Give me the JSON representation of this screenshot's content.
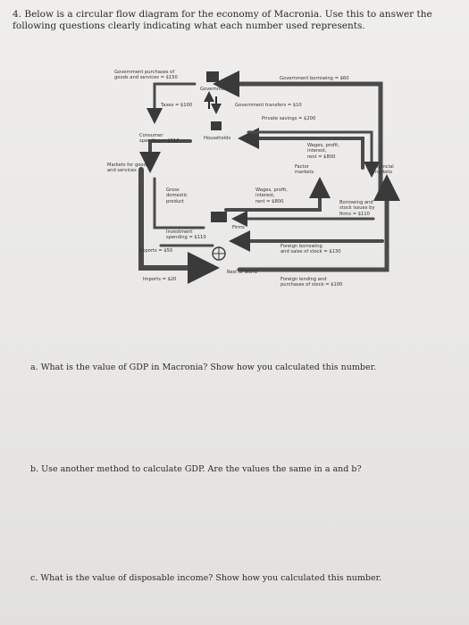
{
  "question": {
    "number": "4.",
    "intro": "Below is a circular flow diagram for the economy of Macronia. Use this to answer the following questions clearly indicating what each number used represents."
  },
  "diagram": {
    "gov_purchases": "Government purchases of\ngoods and services = $150",
    "government": "Government",
    "gov_borrowing": "Government borrowing = $60",
    "taxes": "Taxes = $100",
    "gov_transfers": "Government transfers = $10",
    "private_savings": "Private savings = $200",
    "consumer_spending": "Consumer\nspending = $510",
    "households": "Households",
    "wages_households": "Wages, profit,\ninterest,\nrent = $800",
    "markets_goods": "Markets for goods\nand services",
    "factor_markets": "Factor\nmarkets",
    "financial_markets": "Financial\nmarkets",
    "gdp": "Gross\ndomestic\nproduct",
    "wages_firms": "Wages, profit,\ninterest,\nrent = $800",
    "borrowing_stock": "Borrowing and\nstock issues by\nfirms = $110",
    "firms": "Firms",
    "investment": "Investment\nspending = $110",
    "exports": "Exports = $50",
    "foreign_borrowing": "Foreign borrowing\nand sales of stock = $130",
    "rest_of_world": "Rest of world",
    "imports": "Imports = $20",
    "foreign_lending": "Foreign lending and\npurchases of stock = $100"
  },
  "questions": {
    "a": "a.  What is the value of GDP in Macronia? Show how you calculated this number.",
    "b": "b.  Use another method to calculate GDP. Are the values the same in a and b?",
    "c": "c.  What is the value of disposable income? Show how you calculated this number."
  },
  "colors": {
    "flow": "#4a4a4a",
    "flow_light": "#8a8a8a"
  }
}
